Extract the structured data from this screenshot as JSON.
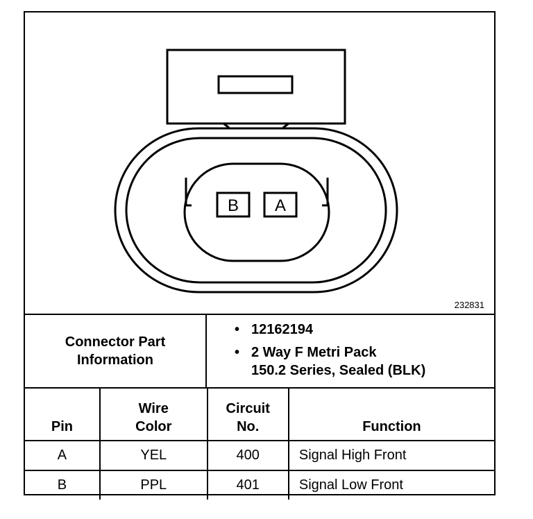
{
  "figure_id": "232831",
  "pin_labels": [
    "B",
    "A"
  ],
  "connector_info": {
    "label_line1": "Connector Part",
    "label_line2": "Information",
    "bullet": "•",
    "items": [
      {
        "line1": "12162194",
        "line2": ""
      },
      {
        "line1": "2 Way F Metri Pack",
        "line2": "150.2 Series, Sealed (BLK)"
      }
    ]
  },
  "table": {
    "headers": {
      "pin": "Pin",
      "wire_line1": "Wire",
      "wire_line2": "Color",
      "circuit_line1": "Circuit",
      "circuit_line2": "No.",
      "function": "Function"
    },
    "rows": [
      {
        "pin": "A",
        "wire": "YEL",
        "circuit": "400",
        "function": "Signal High Front"
      },
      {
        "pin": "B",
        "wire": "PPL",
        "circuit": "401",
        "function": "Signal Low Front"
      }
    ]
  }
}
